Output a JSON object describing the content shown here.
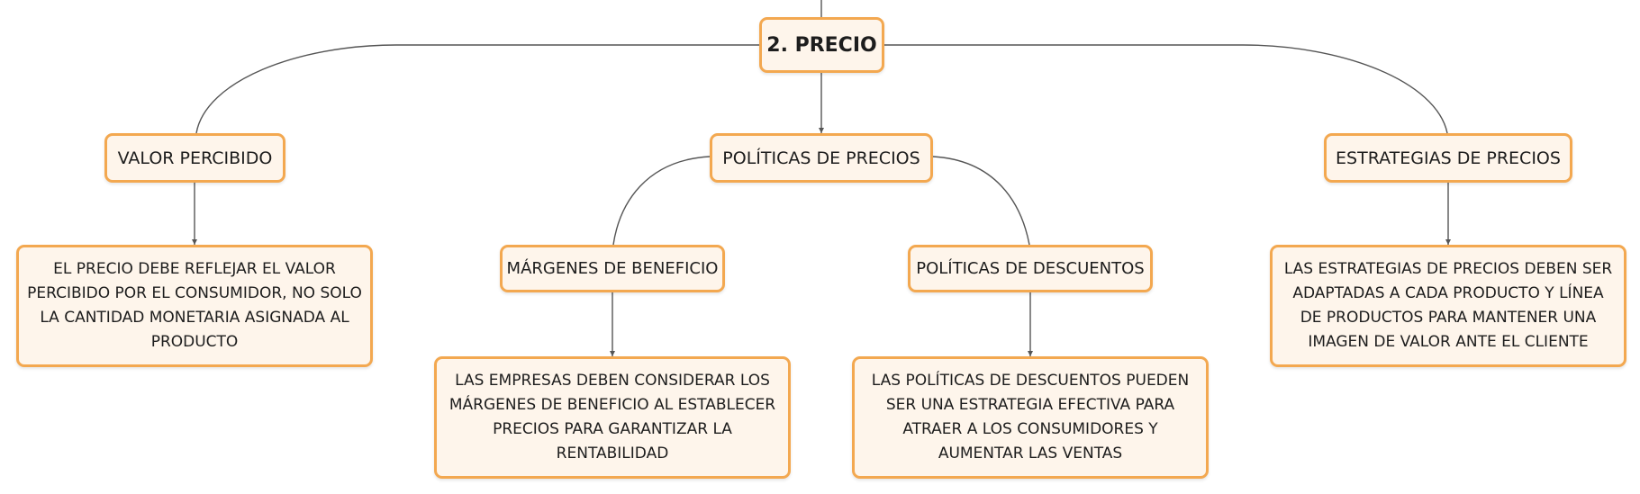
{
  "nodes": {
    "root": "2. PRECIO",
    "valor_percibido": "VALOR PERCIBIDO",
    "politicas_precios": "POLÍTICAS DE PRECIOS",
    "estrategias_precios": "ESTRATEGIAS DE PRECIOS",
    "margenes_beneficio": "MÁRGENES DE BENEFICIO",
    "politicas_descuentos": "POLÍTICAS DE DESCUENTOS",
    "valor_percibido_detail": "EL PRECIO DEBE REFLEJAR EL VALOR PERCIBIDO POR EL CONSUMIDOR, NO SOLO LA CANTIDAD MONETARIA ASIGNADA AL PRODUCTO",
    "margenes_detail": "LAS EMPRESAS DEBEN CONSIDERAR LOS MÁRGENES DE BENEFICIO AL ESTABLECER PRECIOS PARA GARANTIZAR LA RENTABILIDAD",
    "descuentos_detail": "LAS POLÍTICAS DE DESCUENTOS PUEDEN SER UNA ESTRATEGIA EFECTIVA PARA ATRAER A LOS CONSUMIDORES Y AUMENTAR LAS VENTAS",
    "estrategias_detail": "LAS ESTRATEGIAS DE PRECIOS DEBEN SER ADAPTADAS A CADA PRODUCTO Y LÍNEA DE PRODUCTOS PARA MANTENER UNA IMAGEN DE VALOR ANTE EL CLIENTE"
  },
  "colors": {
    "node_fill": "#fef5eb",
    "node_border": "#f3a850",
    "connector": "#555555"
  }
}
